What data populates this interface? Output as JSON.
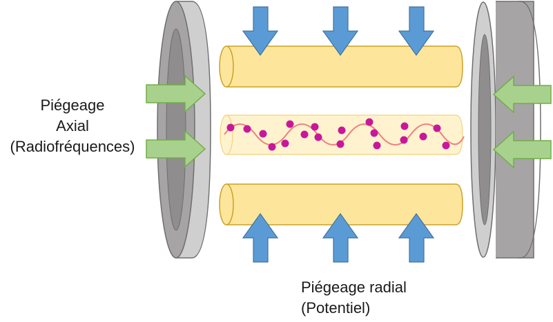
{
  "labels": {
    "axial": {
      "line1": "Piégeage",
      "line2": "Axial",
      "line3": "(Radiofréquences)"
    },
    "radial": {
      "line1": "Piégeage radial",
      "line2": "(Potentiel)"
    }
  },
  "colors": {
    "ring_face": "#a6a4a4",
    "ring_rim": "#cfcfcf",
    "ring_hole": "#8f8d8d",
    "ring_stroke": "#6e6e6e",
    "rod_fill": "#fde59b",
    "rod_stroke": "#c9a227",
    "center_tube_fill": "#fff3cf",
    "center_tube_stroke": "#f2d27a",
    "ion": "#c8189a",
    "wave": "#f08080",
    "blue_arrow": "#5b9bd5",
    "blue_arrow_stroke": "#41719c",
    "green_arrow": "#a9d18e",
    "green_arrow_stroke": "#70ad47"
  }
}
